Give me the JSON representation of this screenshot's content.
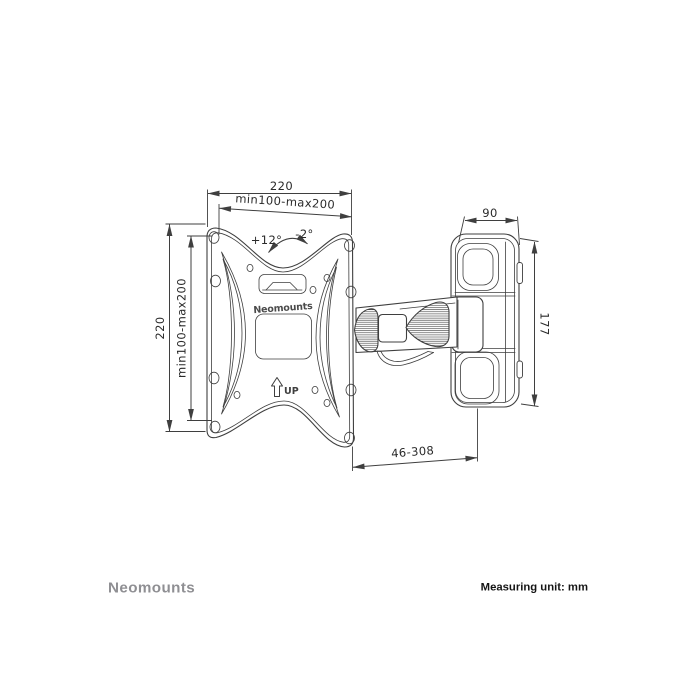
{
  "colors": {
    "background": "#ffffff",
    "line": "#3f3f3f",
    "dimension_text": "#2a2a2a",
    "logo_gray": "#8f8f93",
    "note_text": "#141414"
  },
  "dimensions": {
    "top_width": "220",
    "top_vesa": "min100-max200",
    "left_height": "220",
    "left_vesa": "min100-max200",
    "tilt_up": "+12°",
    "tilt_down": "-2°",
    "bracket_width": "90",
    "bracket_height": "177",
    "arm_extension": "46-308"
  },
  "plate": {
    "brand_label": "Neomounts",
    "up_label": "UP"
  },
  "footer": {
    "brand": "Neomounts",
    "note": "Measuring unit: mm"
  }
}
